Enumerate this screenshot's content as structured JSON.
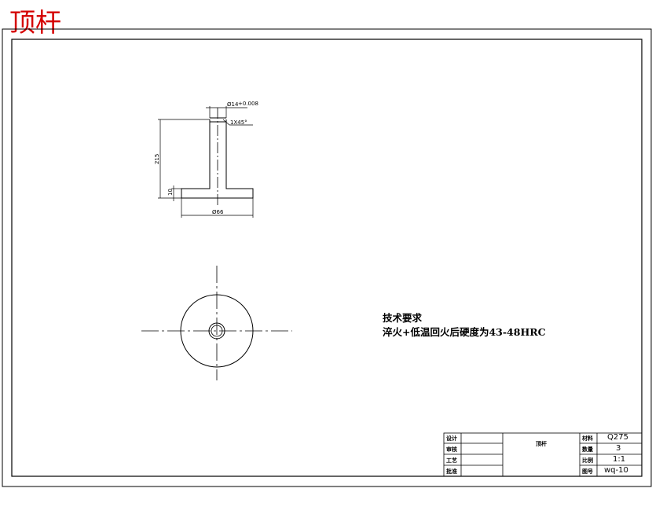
{
  "title": "顶杆",
  "technical_requirements": {
    "heading": "技术要求",
    "line1": "淬火+低温回火后硬度为43-48HRC"
  },
  "dimensions": {
    "top_diameter": "Ø14",
    "top_tolerance": "+0.008",
    "chamfer": "1X45°",
    "height": "215",
    "flange_height": "10",
    "base_diameter": "Ø66"
  },
  "title_block": {
    "designed_label": "设计",
    "checked_label": "审核",
    "process_label": "工艺",
    "approved_label": "批准",
    "part_name": "顶杆",
    "material_label": "材料",
    "material_value": "Q275",
    "quantity_label": "数量",
    "quantity_value": "3",
    "scale_label": "比例",
    "scale_value": "1:1",
    "drawing_no_label": "图号",
    "drawing_no_value": "wq-10"
  },
  "colors": {
    "title": "#d40000",
    "line": "#000000"
  }
}
